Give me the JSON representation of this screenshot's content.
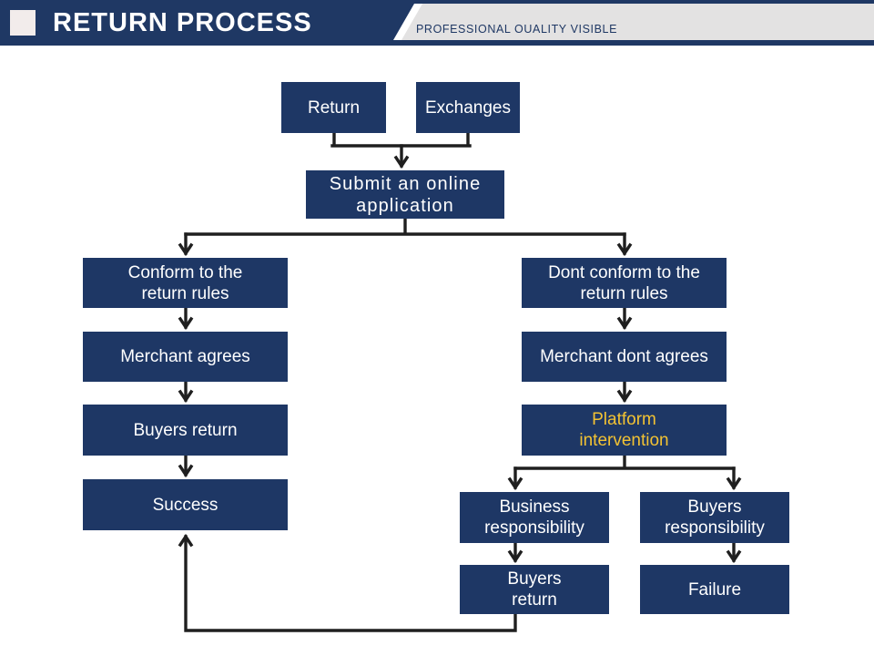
{
  "header": {
    "title": "RETURN PROCESS",
    "tagline": "PROFESSIONAL OUALITY VISIBLE"
  },
  "flowchart": {
    "nodes": {
      "return": "Return",
      "exchanges": "Exchanges",
      "submit": "Submit an online\napplication",
      "conform": "Conform to the\nreturn rules",
      "merchant_agrees": "Merchant agrees",
      "buyers_return_left": "Buyers return",
      "success": "Success",
      "dont_conform": "Dont conform to the\nreturn rules",
      "merchant_dont_agrees": "Merchant dont agrees",
      "platform_intervention": "Platform\nintervention",
      "business_responsibility": "Business\nresponsibility",
      "buyers_responsibility": "Buyers\nresponsibility",
      "buyers_return_bottom": "Buyers\nreturn",
      "failure": "Failure"
    },
    "edges": [
      {
        "from": "Return",
        "to": "Submit an online application"
      },
      {
        "from": "Exchanges",
        "to": "Submit an online application"
      },
      {
        "from": "Submit an online application",
        "to": "Conform to the return rules"
      },
      {
        "from": "Submit an online application",
        "to": "Dont conform to the return rules"
      },
      {
        "from": "Conform to the return rules",
        "to": "Merchant agrees"
      },
      {
        "from": "Merchant agrees",
        "to": "Buyers return"
      },
      {
        "from": "Buyers return",
        "to": "Success"
      },
      {
        "from": "Dont conform to the return rules",
        "to": "Merchant dont agrees"
      },
      {
        "from": "Merchant dont agrees",
        "to": "Platform intervention"
      },
      {
        "from": "Platform intervention",
        "to": "Business responsibility"
      },
      {
        "from": "Platform intervention",
        "to": "Buyers responsibility"
      },
      {
        "from": "Business responsibility",
        "to": "Buyers return"
      },
      {
        "from": "Buyers responsibility",
        "to": "Failure"
      },
      {
        "from": "Buyers return",
        "to": "Success"
      }
    ],
    "colors": {
      "header_fill": "#1F3864",
      "box_fill": "#1E3765",
      "box_text": "#FFFFFF",
      "highlight_text": "#F2C233",
      "connector": "#1F1F1F",
      "ribbon_fill": "#E3E2E2",
      "accent_square": "#F2ECEB"
    }
  }
}
